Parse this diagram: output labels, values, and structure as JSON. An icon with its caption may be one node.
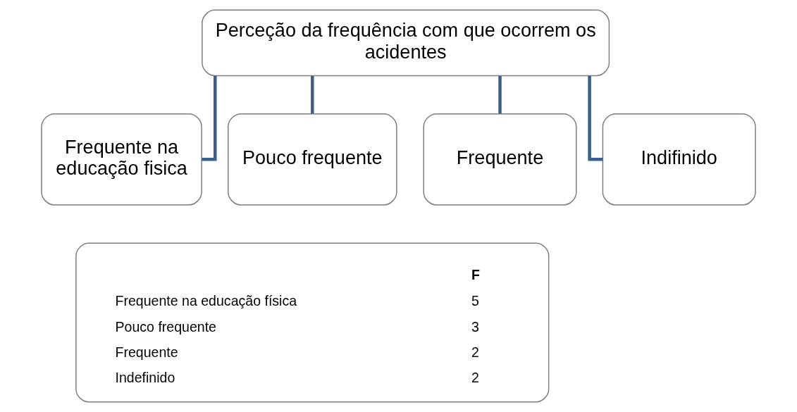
{
  "diagram": {
    "nodes": [
      {
        "text": [
          "Perceção da frequência com que ocorrem os acidentes"
        ]
      },
      {
        "text": [
          "Frequente na educação fisica"
        ]
      },
      {
        "text": [
          "Pouco frequente"
        ]
      },
      {
        "text": [
          "Frequente"
        ]
      },
      {
        "text": [
          "Indifinido"
        ]
      },
      {
        "text": [
          "F",
          "Frequente na educação física",
          "5",
          "Pouco frequente",
          "3",
          "Frequente",
          "2",
          "Indefinido",
          "2"
        ]
      }
    ],
    "edges": [
      {
        "from": 0,
        "to": 1,
        "arrow": "none"
      },
      {
        "from": 0,
        "to": 2,
        "arrow": "none"
      },
      {
        "from": 0,
        "to": 3,
        "arrow": "none"
      },
      {
        "from": 0,
        "to": 4,
        "arrow": "none"
      }
    ]
  }
}
